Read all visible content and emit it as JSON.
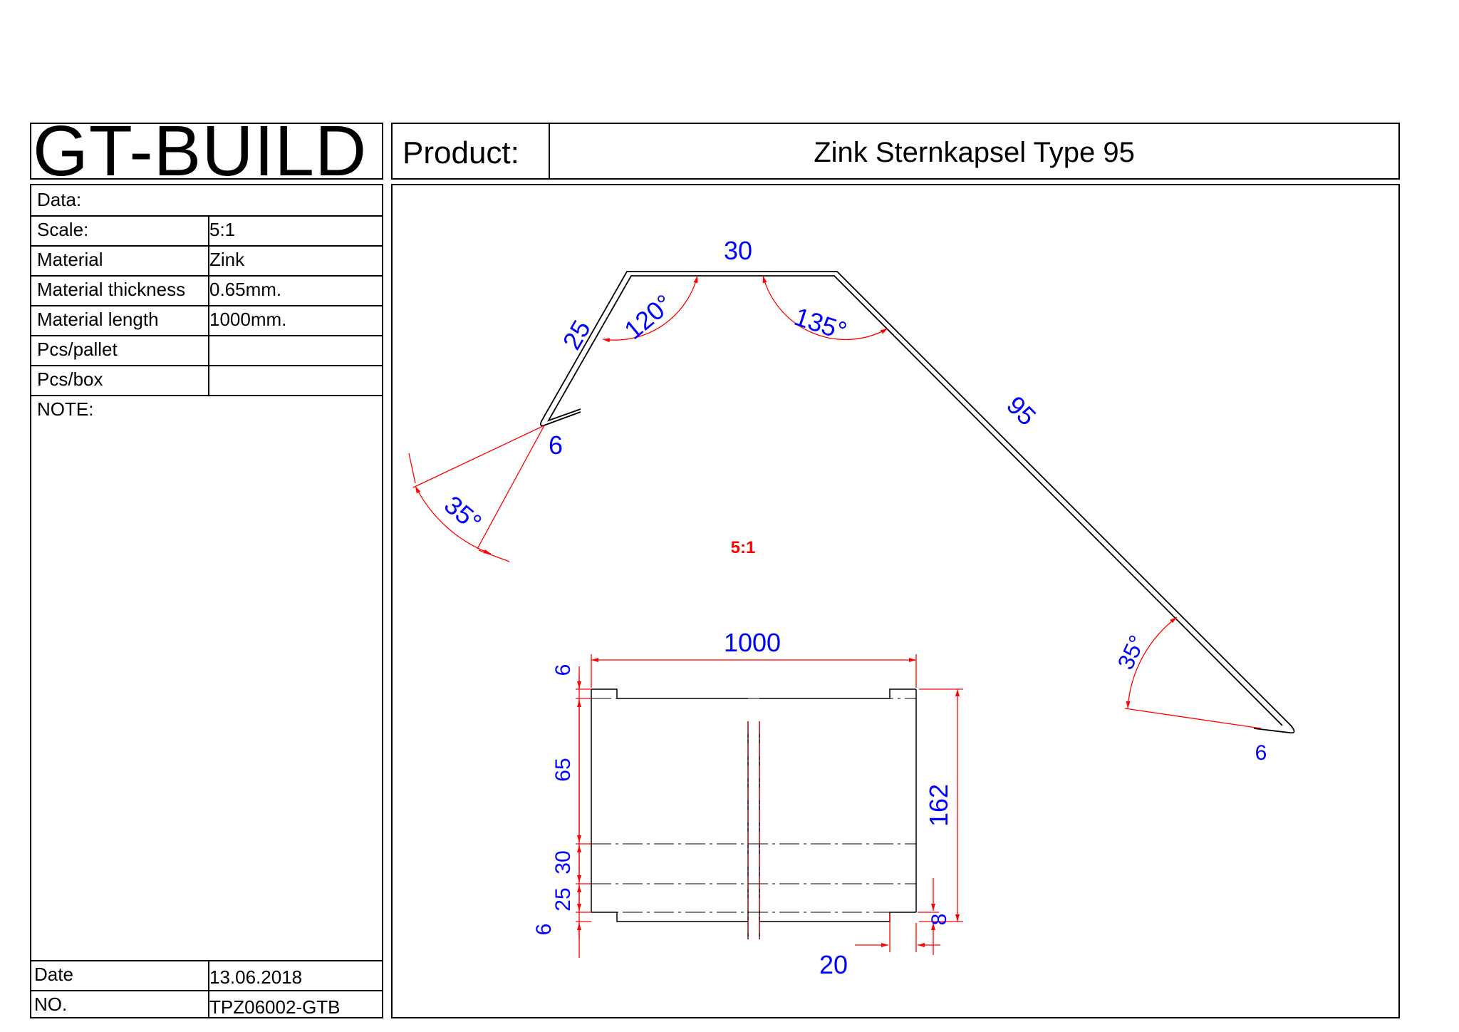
{
  "header": {
    "logo": "GT-BUILD",
    "product_label": "Product:",
    "product_name": "Zink Sternkapsel Type 95"
  },
  "data_table": {
    "heading": "Data:",
    "rows": [
      {
        "label": "Scale:",
        "value": "5:1"
      },
      {
        "label": "Material",
        "value": "Zink"
      },
      {
        "label": "Material thickness",
        "value": "0.65mm."
      },
      {
        "label": "Material length",
        "value": "1000mm."
      },
      {
        "label": "Pcs/pallet",
        "value": ""
      },
      {
        "label": "Pcs/box",
        "value": ""
      }
    ],
    "note_label": "NOTE:",
    "date_label": "Date",
    "date_value": "13.06.2018",
    "no_label": "NO.",
    "no_value": "TPZ06002-GTB"
  },
  "drawing": {
    "scale_note": "5:1",
    "profile_dims": {
      "top": "30",
      "left_side": "25",
      "right_side": "95",
      "left_hem": "6",
      "right_hem": "6",
      "angle_left_top": "120°",
      "angle_right_top": "135°",
      "angle_left_hem": "35°",
      "angle_right_hem": "35°"
    },
    "plan_dims": {
      "length": "1000",
      "total_width": "162",
      "seg_6_top": "6",
      "seg_65": "65",
      "seg_30": "30",
      "seg_25": "25",
      "seg_6_bottom": "6",
      "notch_depth": "8",
      "notch_width": "20"
    }
  },
  "colors": {
    "dimension_text": "#0000ff",
    "dimension_line": "#ff0000",
    "outline": "#000000"
  }
}
